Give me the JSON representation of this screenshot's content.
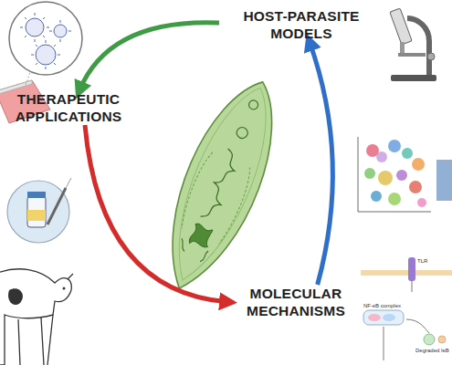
{
  "diagram": {
    "nodes": [
      {
        "text": [
          "HOST-PARASITE MODELS"
        ]
      },
      {
        "text": [
          "THERAPEUTIC APPLICATIONS"
        ]
      },
      {
        "text": [
          "MOLECULAR MECHANISMS"
        ]
      }
    ],
    "edges": [
      {
        "from": 0,
        "to": 1,
        "arrow": "to"
      },
      {
        "from": 1,
        "to": 2,
        "arrow": "to"
      },
      {
        "from": 2,
        "to": 0,
        "arrow": "to"
      }
    ],
    "labels": [
      "TLR",
      "NF-κB complex",
      "Degraded IκB"
    ]
  }
}
